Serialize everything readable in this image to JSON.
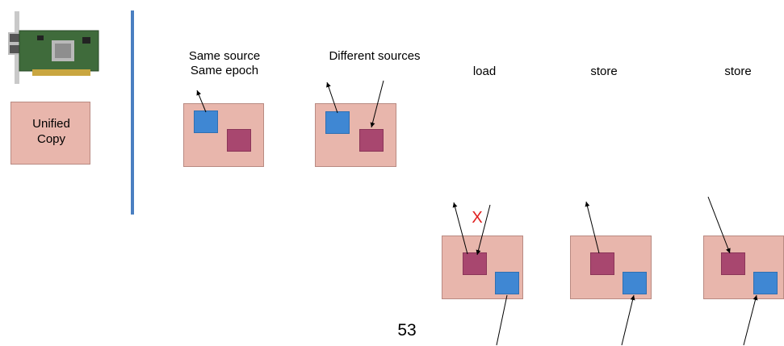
{
  "legend": {
    "unified_copy_label": "Unified\nCopy"
  },
  "headings": {
    "same_source_line1": "Same source",
    "same_source_line2": "Same epoch",
    "different_sources": "Different sources",
    "load": "load",
    "store_1": "store",
    "store_2": "store"
  },
  "conflict_mark": "X",
  "slide_number": "53",
  "colors": {
    "copy_fill": "#e8b6ac",
    "blue_block": "#3f87d3",
    "magenta_block": "#a8476f",
    "divider": "#4a7fc1",
    "conflict": "#e02020"
  },
  "icons": {
    "hardware": "nic-card-icon"
  }
}
